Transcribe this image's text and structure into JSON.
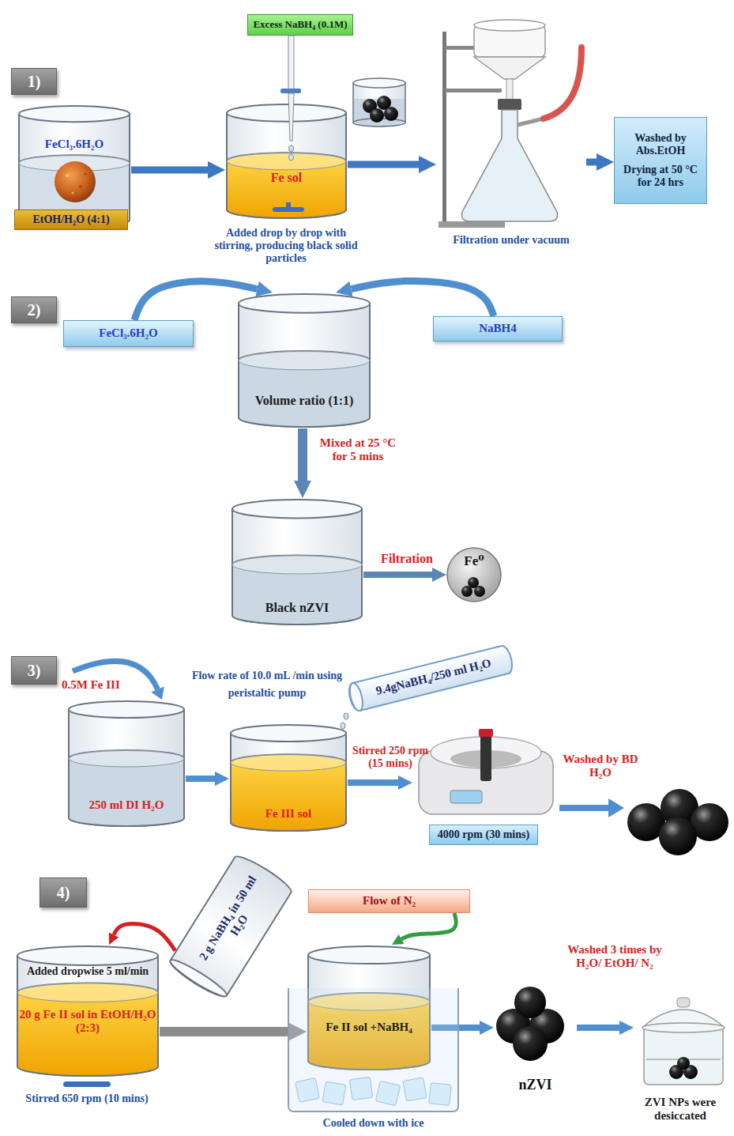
{
  "diagram": {
    "nodes": [
      {
        "text": [
          "1)"
        ]
      },
      {
        "text": [
          "FeCl₃.6H₂O"
        ]
      },
      {
        "text": [
          "EtOH/H₂O (4:1)"
        ],
        "in": 1
      },
      {
        "text": [
          "Excess NaBH₄ (0.1M)"
        ]
      },
      {
        "text": [
          "Fe sol"
        ]
      },
      {
        "text": [
          "Filtration under vacuum"
        ]
      },
      {
        "text": [
          "Washed by Abs.EtOH",
          "Drying at 50 °C for 24 hrs"
        ]
      },
      {
        "text": [
          "2)"
        ]
      },
      {
        "text": [
          "FeCl₃.6H₂O"
        ]
      },
      {
        "text": [
          "NaBH4"
        ]
      },
      {
        "text": [
          "Volume ratio (1:1)"
        ]
      },
      {
        "text": [
          "Black nZVI"
        ]
      },
      {
        "text": [
          "Fe⁰"
        ]
      },
      {
        "text": [
          "3)"
        ]
      },
      {
        "text": [
          "250 ml DI H₂O"
        ]
      },
      {
        "text": [
          "Fe III sol"
        ]
      },
      {
        "text": [
          "9.4gNaBH₄/250 ml H₂O"
        ]
      },
      {
        "text": [
          "4000 rpm (30 mins)"
        ]
      },
      {
        "text": [
          "4)"
        ]
      },
      {
        "text": [
          "Added dropwise 5 ml/min",
          "20 g Fe II sol in EtOH/H₂O (2:3)"
        ]
      },
      {
        "text": [
          "2 g NaBH₄ in 50 ml H₂O"
        ]
      },
      {
        "text": [
          "Flow of N₂"
        ]
      },
      {
        "text": [
          "Fe II sol +NaBH₄"
        ]
      },
      {
        "text": [
          "nZVI"
        ]
      },
      {
        "text": [
          "ZVI NPs were desiccated"
        ]
      }
    ],
    "edges": [
      {
        "from": 1,
        "to": 4,
        "arrow": "to"
      },
      {
        "from": 4,
        "to": 5,
        "arrow": "to"
      },
      {
        "from": 5,
        "to": 6,
        "arrow": "to"
      },
      {
        "from": 8,
        "to": 10,
        "arrow": "to"
      },
      {
        "from": 9,
        "to": 10,
        "arrow": "to"
      },
      {
        "from": 10,
        "to": 11,
        "label": "Mixed at 25 °C for 5 mins",
        "arrow": "to"
      },
      {
        "from": 11,
        "to": 12,
        "label": "Filtration",
        "arrow": "to"
      },
      {
        "from": 14,
        "to": 15,
        "arrow": "to"
      },
      {
        "from": 15,
        "to": 17,
        "label": "Stirred 250 rpm (15 mins)",
        "arrow": "to"
      },
      {
        "from": 20,
        "to": 19,
        "arrow": "to"
      },
      {
        "from": 21,
        "to": 22,
        "arrow": "to"
      },
      {
        "from": 19,
        "to": 22,
        "arrow": "to"
      },
      {
        "from": 22,
        "to": 23,
        "arrow": "to"
      },
      {
        "from": 23,
        "to": 24,
        "label": "Washed 3 times by H₂O/ EtOH/ N₂",
        "arrow": "to"
      }
    ],
    "labels": [
      "Added drop by drop with stirring, producing black solid particles",
      "Flow rate of 10.0 mL /min using peristaltic pump",
      "0.5M Fe III",
      "Washed by BD H₂O",
      "Stirred 650 rpm (10 mins)",
      "Cooled down with ice"
    ]
  }
}
